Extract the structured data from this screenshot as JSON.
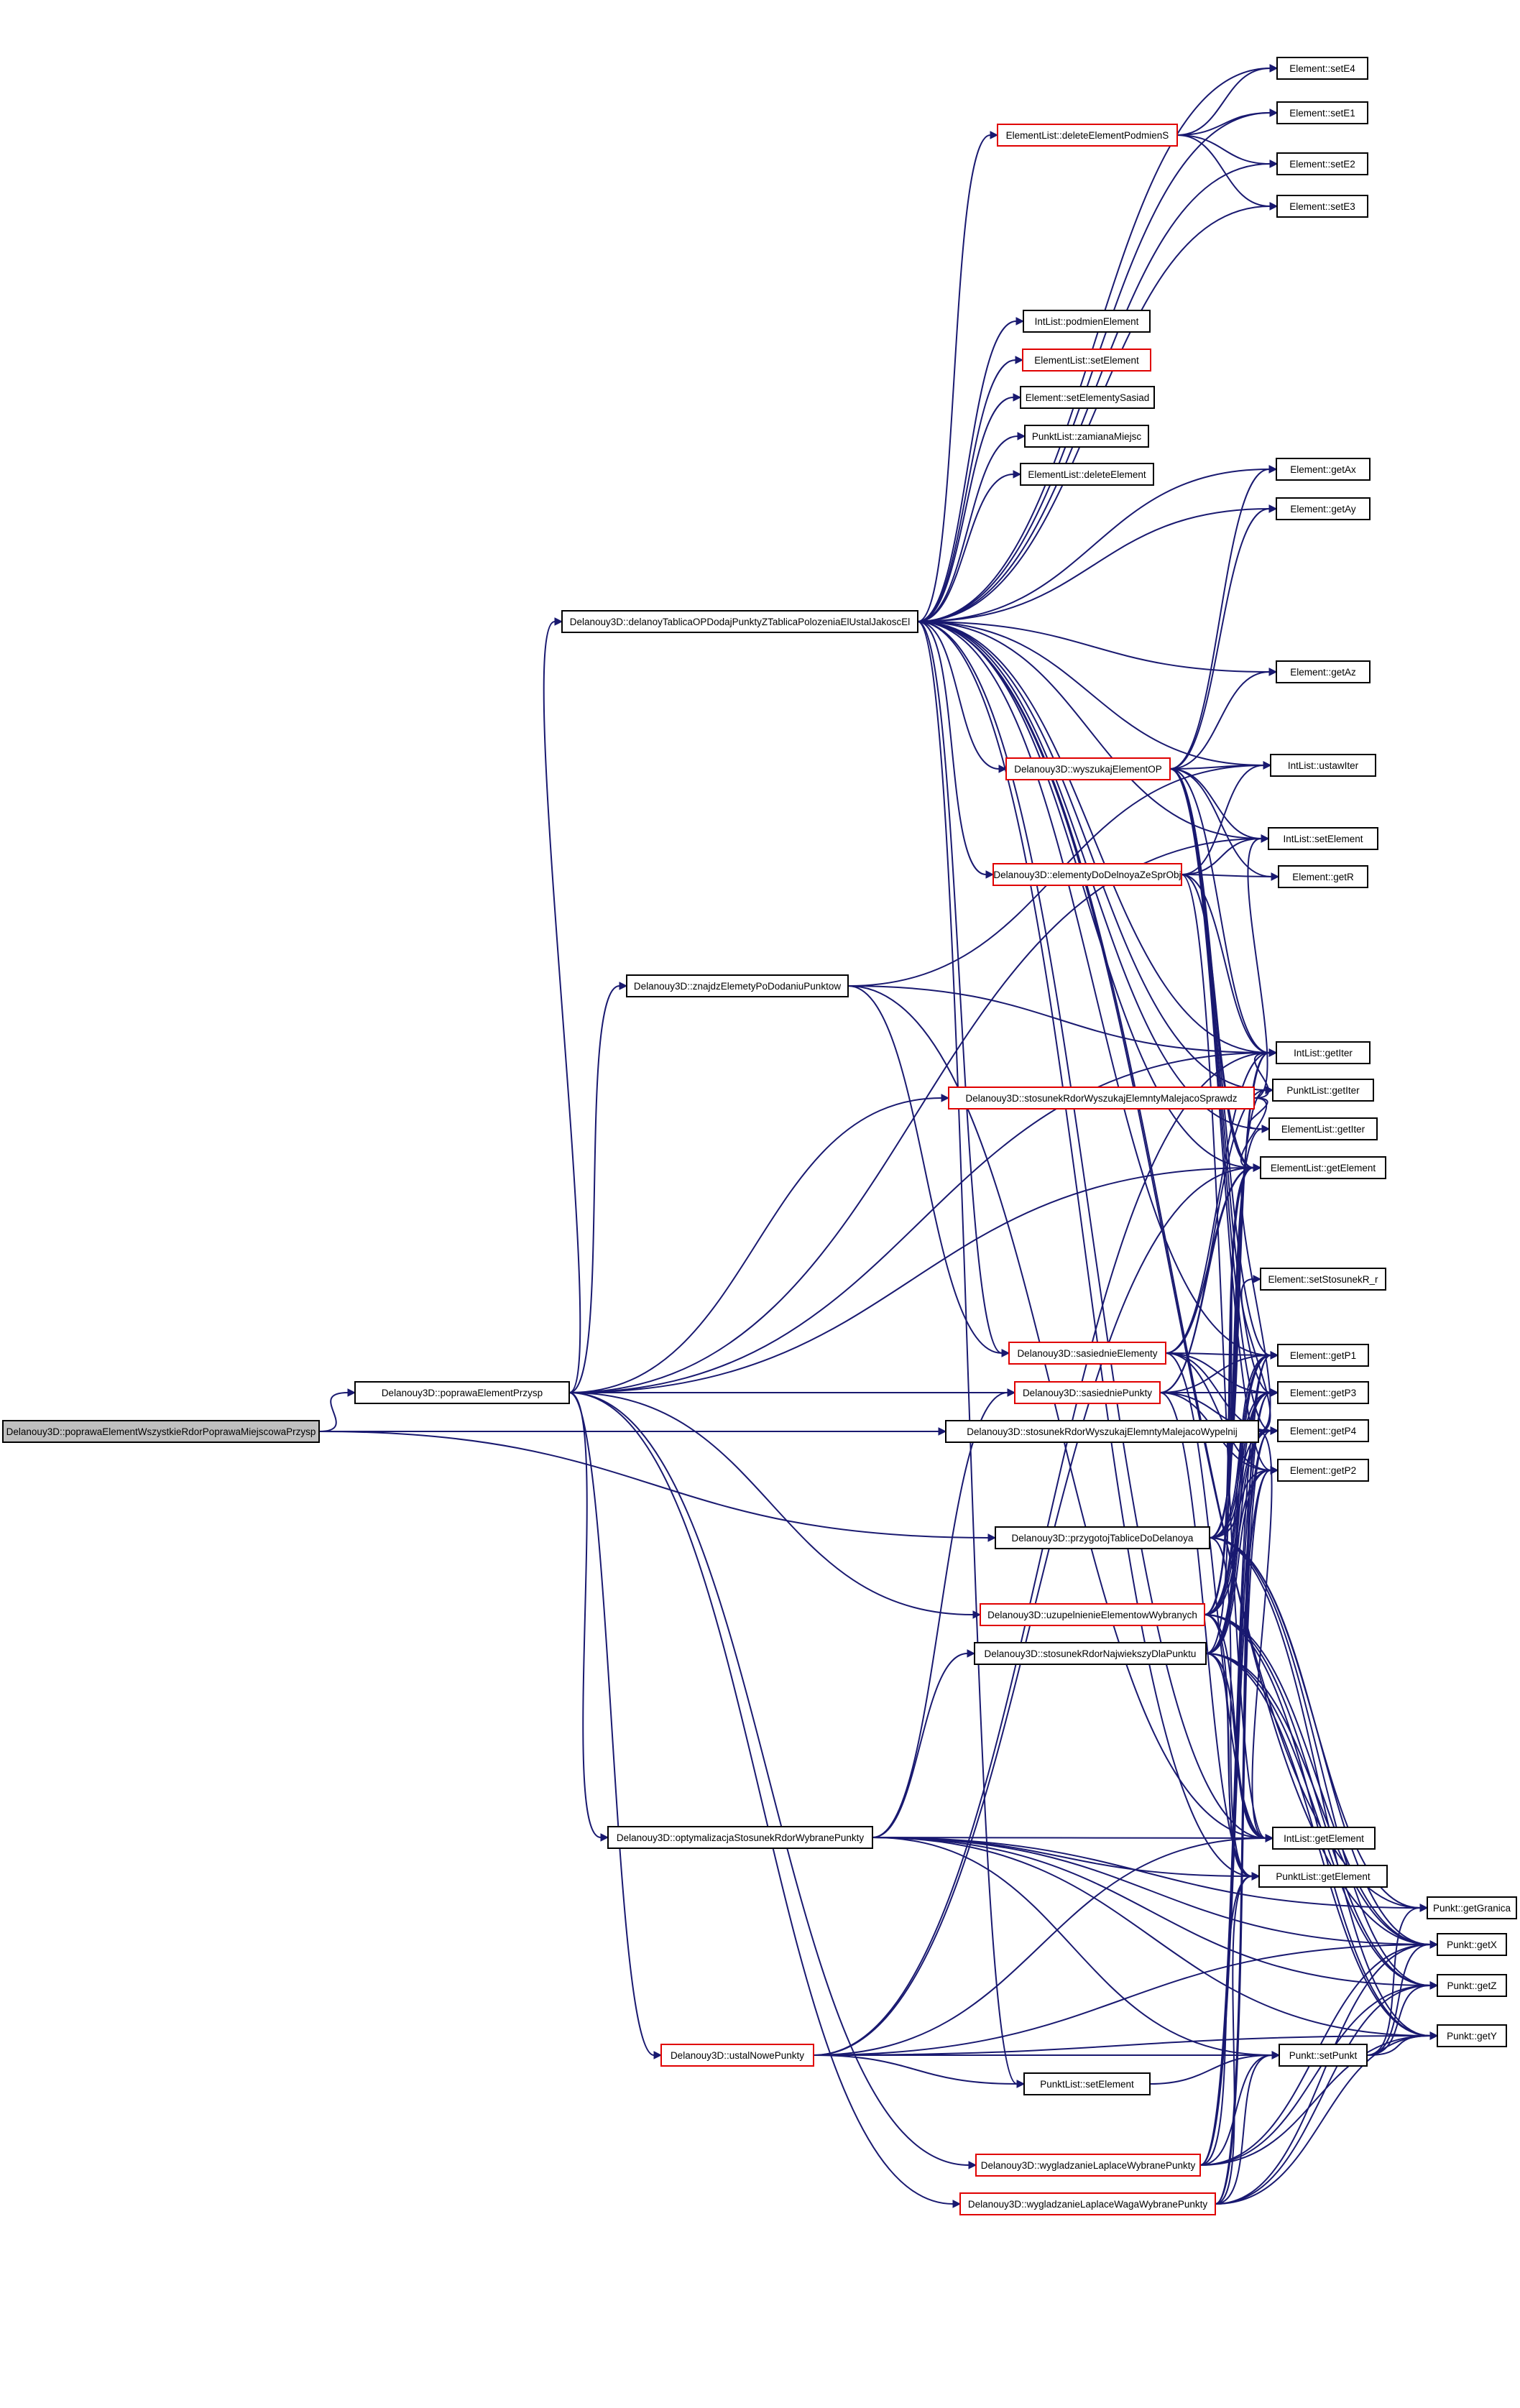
{
  "diagram": {
    "nodes": [
      {
        "id": "root",
        "label": "Delanouy3D::poprawaElementWszystkieRdorPoprawaMiejscowaPrzysp",
        "style": "root"
      },
      {
        "id": "pep",
        "label": "Delanouy3D::poprawaElementPrzysp",
        "style": "black"
      },
      {
        "id": "dtop",
        "label": "Delanouy3D::delanoyTablicaOPDodajPunktyZTablicaPolozeniaElUstalJakoscEl",
        "style": "black"
      },
      {
        "id": "zne",
        "label": "Delanouy3D::znajdzElemetyPoDodaniuPunktow",
        "style": "black"
      },
      {
        "id": "ssp",
        "label": "Delanouy3D::stosunekRdorWyszukajElemntyMalejacoSprawdz",
        "style": "red"
      },
      {
        "id": "ssw",
        "label": "Delanouy3D::stosunekRdorWyszukajElemntyMalejacoWypelnij",
        "style": "black"
      },
      {
        "id": "ptd",
        "label": "Delanouy3D::przygotojTabliceDoDelanoya",
        "style": "black"
      },
      {
        "id": "uzu",
        "label": "Delanouy3D::uzupelnienieElementowWybranych",
        "style": "red"
      },
      {
        "id": "snp",
        "label": "Delanouy3D::stosunekRdorNajwiekszyDlaPunktu",
        "style": "black"
      },
      {
        "id": "opt",
        "label": "Delanouy3D::optymalizacjaStosunekRdorWybranePunkty",
        "style": "black"
      },
      {
        "id": "unp",
        "label": "Delanouy3D::ustalNowePunkty",
        "style": "red"
      },
      {
        "id": "wlp",
        "label": "Delanouy3D::wygladzanieLaplaceWybranePunkty",
        "style": "red"
      },
      {
        "id": "wlw",
        "label": "Delanouy3D::wygladzanieLaplaceWagaWybranePunkty",
        "style": "red"
      },
      {
        "id": "wyo",
        "label": "Delanouy3D::wyszukajElementOP",
        "style": "red"
      },
      {
        "id": "edd",
        "label": "Delanouy3D::elementyDoDelnoyaZeSprObj",
        "style": "red"
      },
      {
        "id": "sse",
        "label": "Delanouy3D::sasiednieElementy",
        "style": "red"
      },
      {
        "id": "ssn",
        "label": "Delanouy3D::sasiedniePunkty",
        "style": "red"
      },
      {
        "id": "eldp",
        "label": "ElementList::deleteElementPodmienS",
        "style": "red"
      },
      {
        "id": "ilpe",
        "label": "IntList::podmienElement",
        "style": "black"
      },
      {
        "id": "else",
        "label": "ElementList::setElement",
        "style": "red"
      },
      {
        "id": "ess",
        "label": "Element::setElementySasiad",
        "style": "black"
      },
      {
        "id": "plzm",
        "label": "PunktList::zamianaMiejsc",
        "style": "black"
      },
      {
        "id": "elde",
        "label": "ElementList::deleteElement",
        "style": "black"
      },
      {
        "id": "plse",
        "label": "PunktList::setElement",
        "style": "black"
      },
      {
        "id": "e4",
        "label": "Element::setE4",
        "style": "black"
      },
      {
        "id": "e1",
        "label": "Element::setE1",
        "style": "black"
      },
      {
        "id": "e2",
        "label": "Element::setE2",
        "style": "black"
      },
      {
        "id": "e3",
        "label": "Element::setE3",
        "style": "black"
      },
      {
        "id": "gax",
        "label": "Element::getAx",
        "style": "black"
      },
      {
        "id": "gay",
        "label": "Element::getAy",
        "style": "black"
      },
      {
        "id": "gaz",
        "label": "Element::getAz",
        "style": "black"
      },
      {
        "id": "ilu",
        "label": "IntList::ustawIter",
        "style": "black"
      },
      {
        "id": "ilse",
        "label": "IntList::setElement",
        "style": "black"
      },
      {
        "id": "gr",
        "label": "Element::getR",
        "style": "black"
      },
      {
        "id": "ilgi",
        "label": "IntList::getIter",
        "style": "black"
      },
      {
        "id": "plgi",
        "label": "PunktList::getIter",
        "style": "black"
      },
      {
        "id": "elgi",
        "label": "ElementList::getIter",
        "style": "black"
      },
      {
        "id": "elge",
        "label": "ElementList::getElement",
        "style": "black"
      },
      {
        "id": "essr",
        "label": "Element::setStosunekR_r",
        "style": "black"
      },
      {
        "id": "gp1",
        "label": "Element::getP1",
        "style": "black"
      },
      {
        "id": "gp3",
        "label": "Element::getP3",
        "style": "black"
      },
      {
        "id": "gp4",
        "label": "Element::getP4",
        "style": "black"
      },
      {
        "id": "gp2",
        "label": "Element::getP2",
        "style": "black"
      },
      {
        "id": "ilge",
        "label": "IntList::getElement",
        "style": "black"
      },
      {
        "id": "plge",
        "label": "PunktList::getElement",
        "style": "black"
      },
      {
        "id": "psp",
        "label": "Punkt::setPunkt",
        "style": "black"
      },
      {
        "id": "pgg",
        "label": "Punkt::getGranica",
        "style": "black"
      },
      {
        "id": "pgx",
        "label": "Punkt::getX",
        "style": "black"
      },
      {
        "id": "pgz",
        "label": "Punkt::getZ",
        "style": "black"
      },
      {
        "id": "pgy",
        "label": "Punkt::getY",
        "style": "black"
      }
    ],
    "edges": [
      [
        "root",
        "pep"
      ],
      [
        "root",
        "ssw"
      ],
      [
        "root",
        "ptd"
      ],
      [
        "pep",
        "dtop"
      ],
      [
        "pep",
        "zne"
      ],
      [
        "pep",
        "ssp"
      ],
      [
        "pep",
        "ssn"
      ],
      [
        "pep",
        "uzu"
      ],
      [
        "pep",
        "opt"
      ],
      [
        "pep",
        "unp"
      ],
      [
        "pep",
        "wlp"
      ],
      [
        "pep",
        "wlw"
      ],
      [
        "pep",
        "ilse"
      ],
      [
        "pep",
        "ilgi"
      ],
      [
        "pep",
        "elge"
      ],
      [
        "dtop",
        "eldp"
      ],
      [
        "dtop",
        "ilpe"
      ],
      [
        "dtop",
        "else"
      ],
      [
        "dtop",
        "ess"
      ],
      [
        "dtop",
        "plzm"
      ],
      [
        "dtop",
        "elde"
      ],
      [
        "dtop",
        "e4"
      ],
      [
        "dtop",
        "e1"
      ],
      [
        "dtop",
        "e2"
      ],
      [
        "dtop",
        "e3"
      ],
      [
        "dtop",
        "gax"
      ],
      [
        "dtop",
        "gay"
      ],
      [
        "dtop",
        "gaz"
      ],
      [
        "dtop",
        "wyo"
      ],
      [
        "dtop",
        "edd"
      ],
      [
        "dtop",
        "sse"
      ],
      [
        "dtop",
        "ilu"
      ],
      [
        "dtop",
        "ilse"
      ],
      [
        "dtop",
        "ilgi"
      ],
      [
        "dtop",
        "plgi"
      ],
      [
        "dtop",
        "elgi"
      ],
      [
        "dtop",
        "elge"
      ],
      [
        "dtop",
        "gp1"
      ],
      [
        "dtop",
        "ilge"
      ],
      [
        "dtop",
        "plge"
      ],
      [
        "dtop",
        "plse"
      ],
      [
        "dtop",
        "pgg"
      ],
      [
        "dtop",
        "pgx"
      ],
      [
        "eldp",
        "e4"
      ],
      [
        "eldp",
        "e1"
      ],
      [
        "eldp",
        "e2"
      ],
      [
        "eldp",
        "e3"
      ],
      [
        "zne",
        "ilu"
      ],
      [
        "zne",
        "ilgi"
      ],
      [
        "zne",
        "sse"
      ],
      [
        "zne",
        "ilge"
      ],
      [
        "ssp",
        "ilse"
      ],
      [
        "ssp",
        "ilgi"
      ],
      [
        "ssp",
        "elgi"
      ],
      [
        "ssp",
        "elge"
      ],
      [
        "wyo",
        "gax"
      ],
      [
        "wyo",
        "gay"
      ],
      [
        "wyo",
        "gaz"
      ],
      [
        "wyo",
        "ilu"
      ],
      [
        "wyo",
        "ilse"
      ],
      [
        "wyo",
        "gr"
      ],
      [
        "wyo",
        "ilgi"
      ],
      [
        "wyo",
        "elge"
      ],
      [
        "wyo",
        "gp1"
      ],
      [
        "wyo",
        "gp3"
      ],
      [
        "wyo",
        "gp4"
      ],
      [
        "wyo",
        "gp2"
      ],
      [
        "edd",
        "ilu"
      ],
      [
        "edd",
        "ilse"
      ],
      [
        "edd",
        "gr"
      ],
      [
        "edd",
        "ilgi"
      ],
      [
        "edd",
        "elge"
      ],
      [
        "edd",
        "ilge"
      ],
      [
        "sse",
        "ilgi"
      ],
      [
        "sse",
        "elge"
      ],
      [
        "sse",
        "gp1"
      ],
      [
        "sse",
        "gp3"
      ],
      [
        "sse",
        "gp4"
      ],
      [
        "sse",
        "gp2"
      ],
      [
        "sse",
        "ilge"
      ],
      [
        "ssn",
        "plgi"
      ],
      [
        "ssn",
        "elge"
      ],
      [
        "ssn",
        "gp1"
      ],
      [
        "ssn",
        "gp3"
      ],
      [
        "ssn",
        "gp4"
      ],
      [
        "ssn",
        "gp2"
      ],
      [
        "ssn",
        "plge"
      ],
      [
        "ssw",
        "elge"
      ],
      [
        "ssw",
        "essr"
      ],
      [
        "ssw",
        "ilge"
      ],
      [
        "ptd",
        "ilgi"
      ],
      [
        "ptd",
        "elge"
      ],
      [
        "ptd",
        "gp1"
      ],
      [
        "ptd",
        "gp3"
      ],
      [
        "ptd",
        "gp4"
      ],
      [
        "ptd",
        "gp2"
      ],
      [
        "ptd",
        "plge"
      ],
      [
        "ptd",
        "pgg"
      ],
      [
        "ptd",
        "pgx"
      ],
      [
        "ptd",
        "pgz"
      ],
      [
        "ptd",
        "pgy"
      ],
      [
        "uzu",
        "ilgi"
      ],
      [
        "uzu",
        "plgi"
      ],
      [
        "uzu",
        "elgi"
      ],
      [
        "uzu",
        "elge"
      ],
      [
        "uzu",
        "gp1"
      ],
      [
        "uzu",
        "gp3"
      ],
      [
        "uzu",
        "gp4"
      ],
      [
        "uzu",
        "gp2"
      ],
      [
        "uzu",
        "ilge"
      ],
      [
        "uzu",
        "plge"
      ],
      [
        "uzu",
        "pgx"
      ],
      [
        "uzu",
        "pgz"
      ],
      [
        "uzu",
        "pgy"
      ],
      [
        "snp",
        "elge"
      ],
      [
        "snp",
        "gp1"
      ],
      [
        "snp",
        "gp3"
      ],
      [
        "snp",
        "gp4"
      ],
      [
        "snp",
        "gp2"
      ],
      [
        "snp",
        "ilge"
      ],
      [
        "snp",
        "plge"
      ],
      [
        "snp",
        "pgx"
      ],
      [
        "snp",
        "pgz"
      ],
      [
        "snp",
        "pgy"
      ],
      [
        "opt",
        "snp"
      ],
      [
        "opt",
        "ssn"
      ],
      [
        "opt",
        "ilge"
      ],
      [
        "opt",
        "plge"
      ],
      [
        "opt",
        "psp"
      ],
      [
        "opt",
        "pgg"
      ],
      [
        "opt",
        "pgx"
      ],
      [
        "opt",
        "pgz"
      ],
      [
        "opt",
        "pgy"
      ],
      [
        "unp",
        "plse"
      ],
      [
        "unp",
        "psp"
      ],
      [
        "unp",
        "ilge"
      ],
      [
        "unp",
        "pgx"
      ],
      [
        "unp",
        "pgy"
      ],
      [
        "unp",
        "ilgi"
      ],
      [
        "unp",
        "elge"
      ],
      [
        "wlp",
        "psp"
      ],
      [
        "wlp",
        "plge"
      ],
      [
        "wlp",
        "gp1"
      ],
      [
        "wlp",
        "gp3"
      ],
      [
        "wlp",
        "gp4"
      ],
      [
        "wlp",
        "gp2"
      ],
      [
        "wlp",
        "pgx"
      ],
      [
        "wlp",
        "pgz"
      ],
      [
        "wlp",
        "pgy"
      ],
      [
        "wlw",
        "psp"
      ],
      [
        "wlw",
        "plge"
      ],
      [
        "wlw",
        "gp1"
      ],
      [
        "wlw",
        "gp3"
      ],
      [
        "wlw",
        "gp4"
      ],
      [
        "wlw",
        "gp2"
      ],
      [
        "wlw",
        "pgx"
      ],
      [
        "wlw",
        "pgz"
      ],
      [
        "wlw",
        "pgy"
      ],
      [
        "plse",
        "psp"
      ],
      [
        "psp",
        "pgx"
      ],
      [
        "psp",
        "pgz"
      ],
      [
        "psp",
        "pgy"
      ],
      [
        "psp",
        "pgg"
      ]
    ]
  }
}
